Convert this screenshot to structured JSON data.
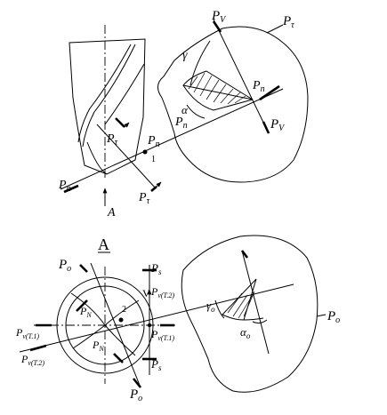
{
  "top_figure": {
    "labels": {
      "pv_top": "P",
      "pv_top_sub": "V",
      "pt_top": "P",
      "pt_top_sub": "τ",
      "gamma": "γ",
      "pn_section": "P",
      "pn_section_sub": "n",
      "alpha": "α",
      "pn_mid": "P",
      "pn_mid_sub": "n",
      "pv_right": "P",
      "pv_right_sub": "V",
      "pt_left": "P",
      "pt_left_sub": "τ",
      "pn_center": "P",
      "pn_center_sub": "n",
      "point_1": "1",
      "pn_left": "P",
      "pn_left_sub": "n",
      "view_arrow": "A",
      "pt_bottom": "P",
      "pt_bottom_sub": "τ"
    }
  },
  "bottom_figure": {
    "labels": {
      "view_title": "A",
      "po_top": "P",
      "po_top_sub": "o",
      "ps_top": "P",
      "ps_top_sub": "s",
      "v_mark": "V",
      "pv_t2_right": "P",
      "pv_t2_right_sub": "v(T.2)",
      "pn_upper": "P",
      "pn_upper_sub": "N",
      "point_2": "2",
      "pv_t1_left": "P",
      "pv_t1_left_sub": "v(T.1)",
      "pv_t1_right": "P",
      "pv_t1_right_sub": "v(T.1)",
      "pn_lower": "P",
      "pn_lower_sub": "N",
      "pv_t2_left": "P",
      "pv_t2_left_sub": "v(T.2)",
      "ps_bottom": "P",
      "ps_bottom_sub": "s",
      "po_bottom": "P",
      "po_bottom_sub": "o",
      "gamma_o": "γ",
      "gamma_o_sub": "o",
      "alpha_o": "α",
      "alpha_o_sub": "o",
      "po_right": "P",
      "po_right_sub": "o"
    }
  }
}
